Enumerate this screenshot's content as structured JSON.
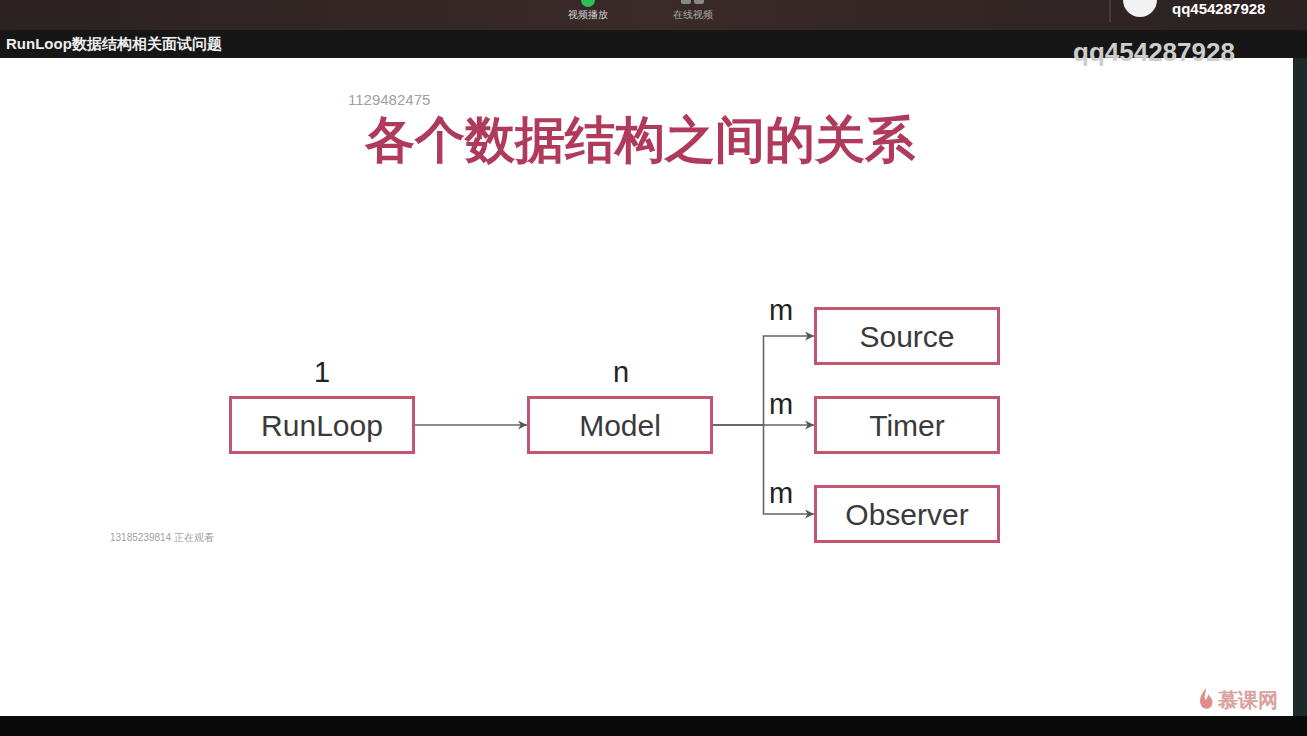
{
  "diagram": {
    "title": "各个数据结构之间的关系",
    "nodes": [
      {
        "text": [
          "RunLoop"
        ]
      },
      {
        "text": [
          "Model"
        ]
      },
      {
        "text": [
          "Source"
        ]
      },
      {
        "text": [
          "Timer"
        ]
      },
      {
        "text": [
          "Observer"
        ]
      }
    ],
    "edges": [
      {
        "from": 0,
        "to": 1,
        "arrow": "to"
      },
      {
        "from": 1,
        "to": 2,
        "arrow": "to"
      },
      {
        "from": 1,
        "to": 3,
        "arrow": "to"
      },
      {
        "from": 1,
        "to": 4,
        "arrow": "to"
      }
    ],
    "labels": [
      "视频播放",
      "在线视频",
      "qq454287928",
      "RunLoop数据结构相关面试问题",
      "qq454287928",
      "1129482475",
      "1",
      "n",
      "m",
      "m",
      "m",
      "13185239814 正在观看",
      "慕课网"
    ]
  }
}
